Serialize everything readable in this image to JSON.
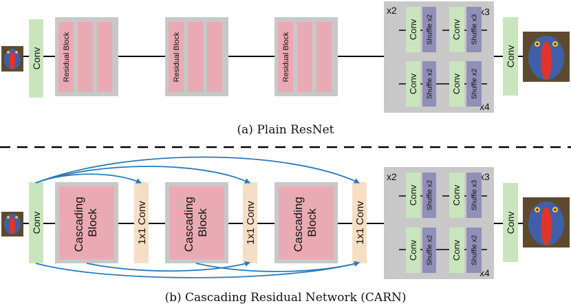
{
  "colors": {
    "conv": "#c9e5bd",
    "residual": "#e9aab4",
    "gray_panel": "#c8c8c8",
    "shuffle": "#8f8fb8",
    "one_by_one": "#f6dec4",
    "arrow": "#2a7ab8",
    "line": "#000000"
  },
  "icons": {
    "input_image": "mandrill-small-image",
    "output_image": "mandrill-large-image"
  },
  "top": {
    "caption": "(a) Plain ResNet",
    "conv_in": "Conv",
    "conv_out": "Conv",
    "blocks": [
      "Residual Block",
      "Residual Block",
      "Residual Block"
    ],
    "upsample": {
      "x2": "x2",
      "x3": "x3",
      "x4": "x4",
      "conv": "Conv",
      "shuffle_x2": "Shuffle x2",
      "shuffle_x3": "Shuffle x3"
    }
  },
  "bottom": {
    "caption": "(b) Cascading Residual Network (CARN)",
    "conv_in": "Conv",
    "conv_out": "Conv",
    "blocks": [
      "Cascading Block",
      "Cascading Block",
      "Cascading Block"
    ],
    "one_by_one": [
      "1x1 Conv",
      "1x1 Conv",
      "1x1 Conv"
    ],
    "upsample": {
      "x2": "x2",
      "x3": "x3",
      "x4": "x4",
      "conv": "Conv",
      "shuffle_x2": "Shuffle x2",
      "shuffle_x3": "Shuffle x3"
    }
  }
}
